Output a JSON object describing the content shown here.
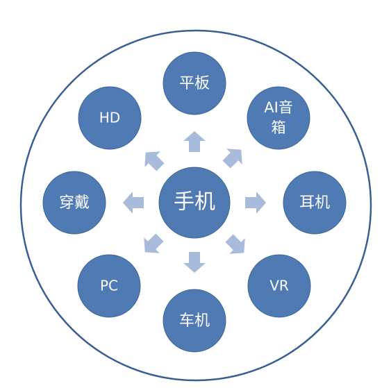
{
  "diagram": {
    "center": {
      "label": "手机"
    },
    "nodes": [
      {
        "id": "tablet",
        "label": "平板"
      },
      {
        "id": "ai-speaker",
        "label_line1": "AI音",
        "label_line2": "箱"
      },
      {
        "id": "earphone",
        "label": "耳机"
      },
      {
        "id": "vr",
        "label": "VR"
      },
      {
        "id": "car",
        "label": "车机"
      },
      {
        "id": "pc",
        "label": "PC"
      },
      {
        "id": "wearable",
        "label": "穿戴"
      },
      {
        "id": "hd",
        "label": "HD"
      }
    ]
  },
  "colors": {
    "circle_fill": "#4f7ab3",
    "outer_ring": "#3a5f91",
    "arrow_fill": "#a8bbda",
    "label_text": "#ffffff"
  }
}
